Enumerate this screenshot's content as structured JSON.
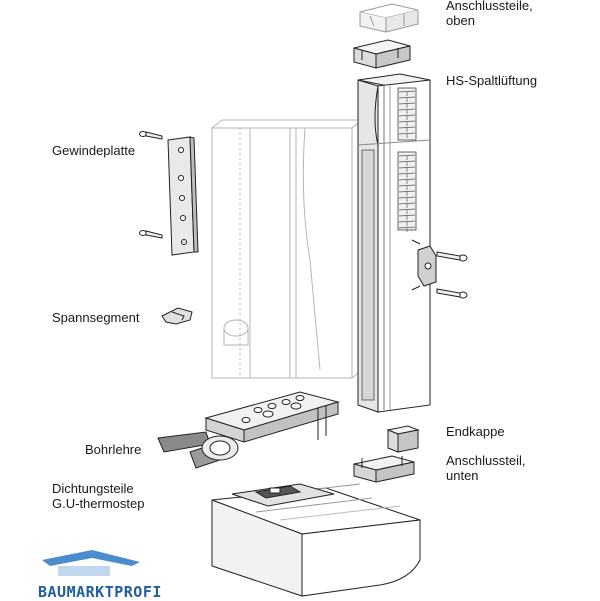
{
  "labels": {
    "anschlussteile_oben": [
      "Anschlussteile,",
      "oben"
    ],
    "hs_spaltlueftung": "HS-Spaltlüftung",
    "gewindeplatte": "Gewindeplatte",
    "spannsegment": "Spannsegment",
    "bohrlehre": "Bohrlehre",
    "dichtungsteile": [
      "Dichtungsteile",
      "G.U-thermostep"
    ],
    "endkappe": "Endkappe",
    "anschlussteil_unten": [
      "Anschlussteil,",
      "unten"
    ]
  },
  "brand": {
    "name": "BAUMARKTPROFI",
    "color": "#1f5fa0",
    "roof_color": "#4a8ccc"
  },
  "colors": {
    "line": "#222222",
    "ghost_line": "#b5b5b5",
    "shade": "#d9d9d9",
    "light_shade": "#ececec"
  }
}
